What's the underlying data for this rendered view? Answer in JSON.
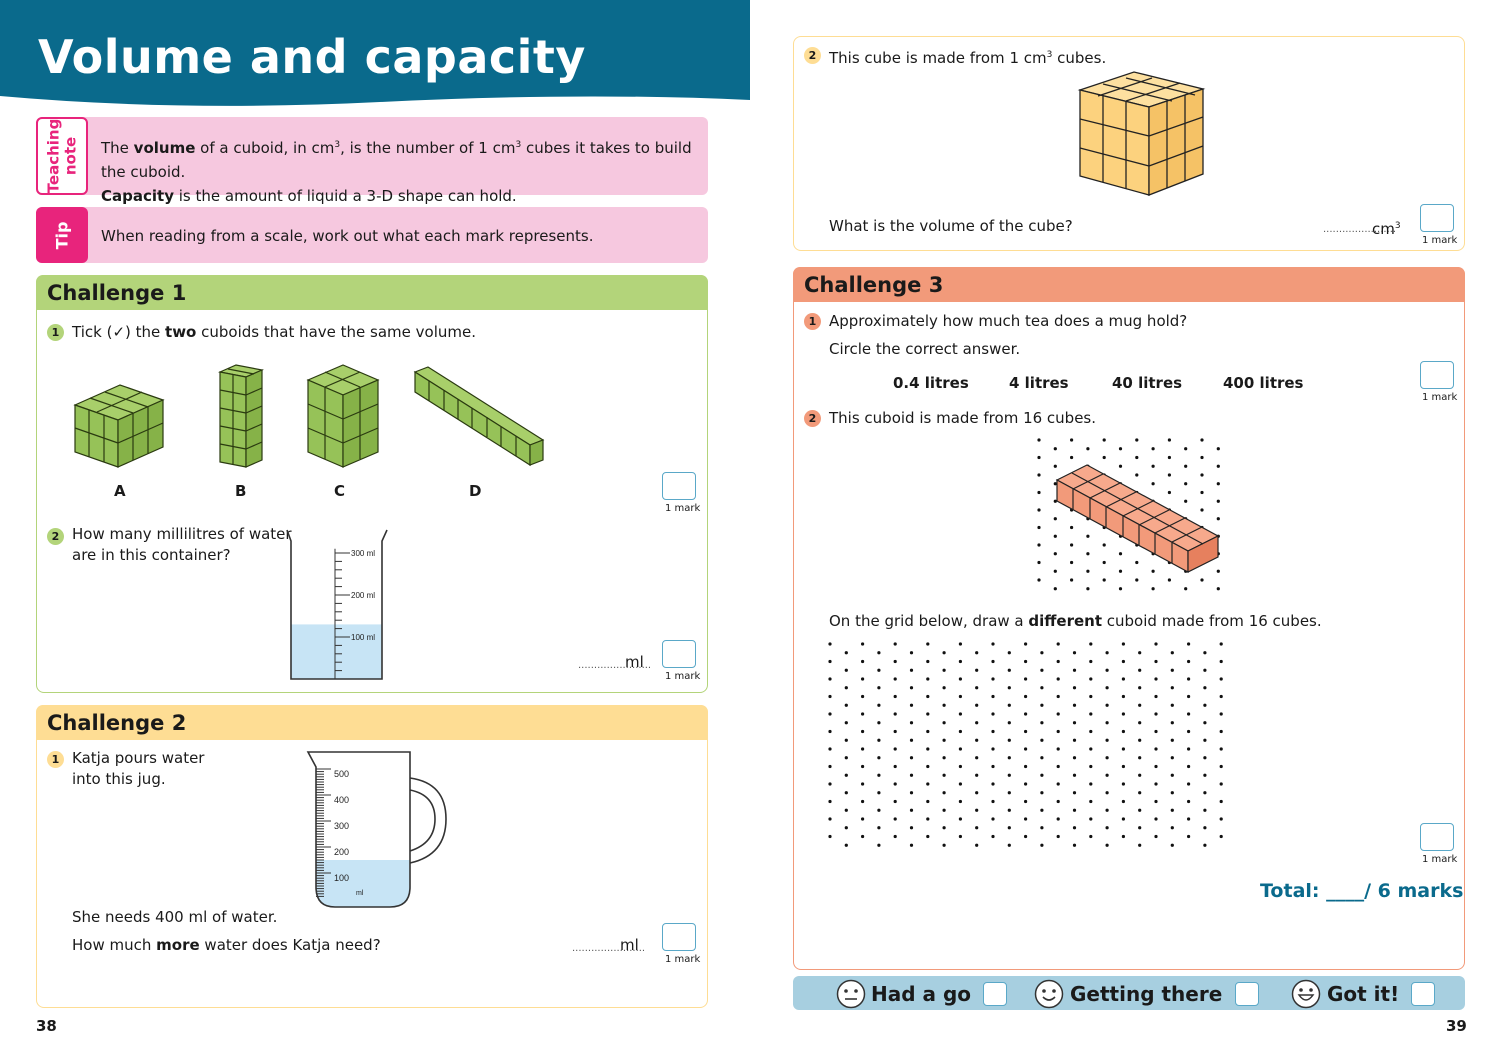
{
  "header": {
    "title": "Volume and capacity"
  },
  "teaching_note": {
    "tab": "Teaching\nnote",
    "line1_a": "The ",
    "line1_b": "volume",
    "line1_c": " of a cuboid, in cm",
    "line1_d": "3",
    "line1_e": ", is the number of 1 cm",
    "line1_f": "3",
    "line1_g": " cubes it takes to build the cuboid.",
    "line2_a": "Capacity",
    "line2_b": " is the amount of liquid a 3-D shape can hold."
  },
  "tip": {
    "tab": "Tip",
    "text": "When reading from a scale, work out what each mark represents."
  },
  "challenge1": {
    "title": "Challenge 1",
    "q1": {
      "num": "1",
      "t1": "Tick (",
      "t2": "✓",
      "t3": ") the ",
      "t4": "two",
      "t5": " cuboids that have the same volume."
    },
    "options": [
      "A",
      "B",
      "C",
      "D"
    ],
    "q2": {
      "num": "2",
      "line1": "How many millilitres of water",
      "line2": "are in this container?",
      "unit": "ml",
      "scale": [
        "300 ml",
        "200 ml",
        "100 ml"
      ],
      "water_ml": 130,
      "max_ml": 350
    }
  },
  "challenge2": {
    "title": "Challenge 2",
    "q1": {
      "num": "1",
      "line1": "Katja pours water",
      "line2": "into this jug.",
      "scale": [
        "500",
        "400",
        "300",
        "200",
        "100"
      ],
      "scale_unit": "ml",
      "water_ml": 150,
      "line3": "She needs 400 ml of water.",
      "q_a": "How much ",
      "q_b": "more",
      "q_c": " water does Katja need?",
      "unit": "ml"
    }
  },
  "right_q2": {
    "num": "2",
    "text_a": "This cube is made from 1 cm",
    "text_sup": "3",
    "text_b": " cubes.",
    "question": "What is the volume of the cube?",
    "unit": "cm",
    "unit_sup": "3"
  },
  "challenge3": {
    "title": "Challenge 3",
    "q1": {
      "num": "1",
      "text": "Approximately how much tea does a mug hold?",
      "instruction": "Circle the correct answer.",
      "answers": [
        "0.4 litres",
        "4 litres",
        "40 litres",
        "400 litres"
      ]
    },
    "q2": {
      "num": "2",
      "text": "This cuboid is made from 16 cubes.",
      "draw_a": "On the grid below, draw a ",
      "draw_b": "different",
      "draw_c": " cuboid made from 16 cubes."
    }
  },
  "marks": {
    "label": "1 mark"
  },
  "total": {
    "text": "Total: ____/ 6 marks"
  },
  "confidence": {
    "items": [
      "Had a go",
      "Getting there",
      "Got it!"
    ]
  },
  "pages": {
    "left": "38",
    "right": "39"
  },
  "colors": {
    "header": "#0a6a8c",
    "pink": "#f6c8df",
    "magenta": "#e8247c",
    "green": "#b3d47a",
    "yellow": "#fedd94",
    "orange": "#f29a7a",
    "blue": "#a7cfe0",
    "teal": "#0a6a8c"
  }
}
